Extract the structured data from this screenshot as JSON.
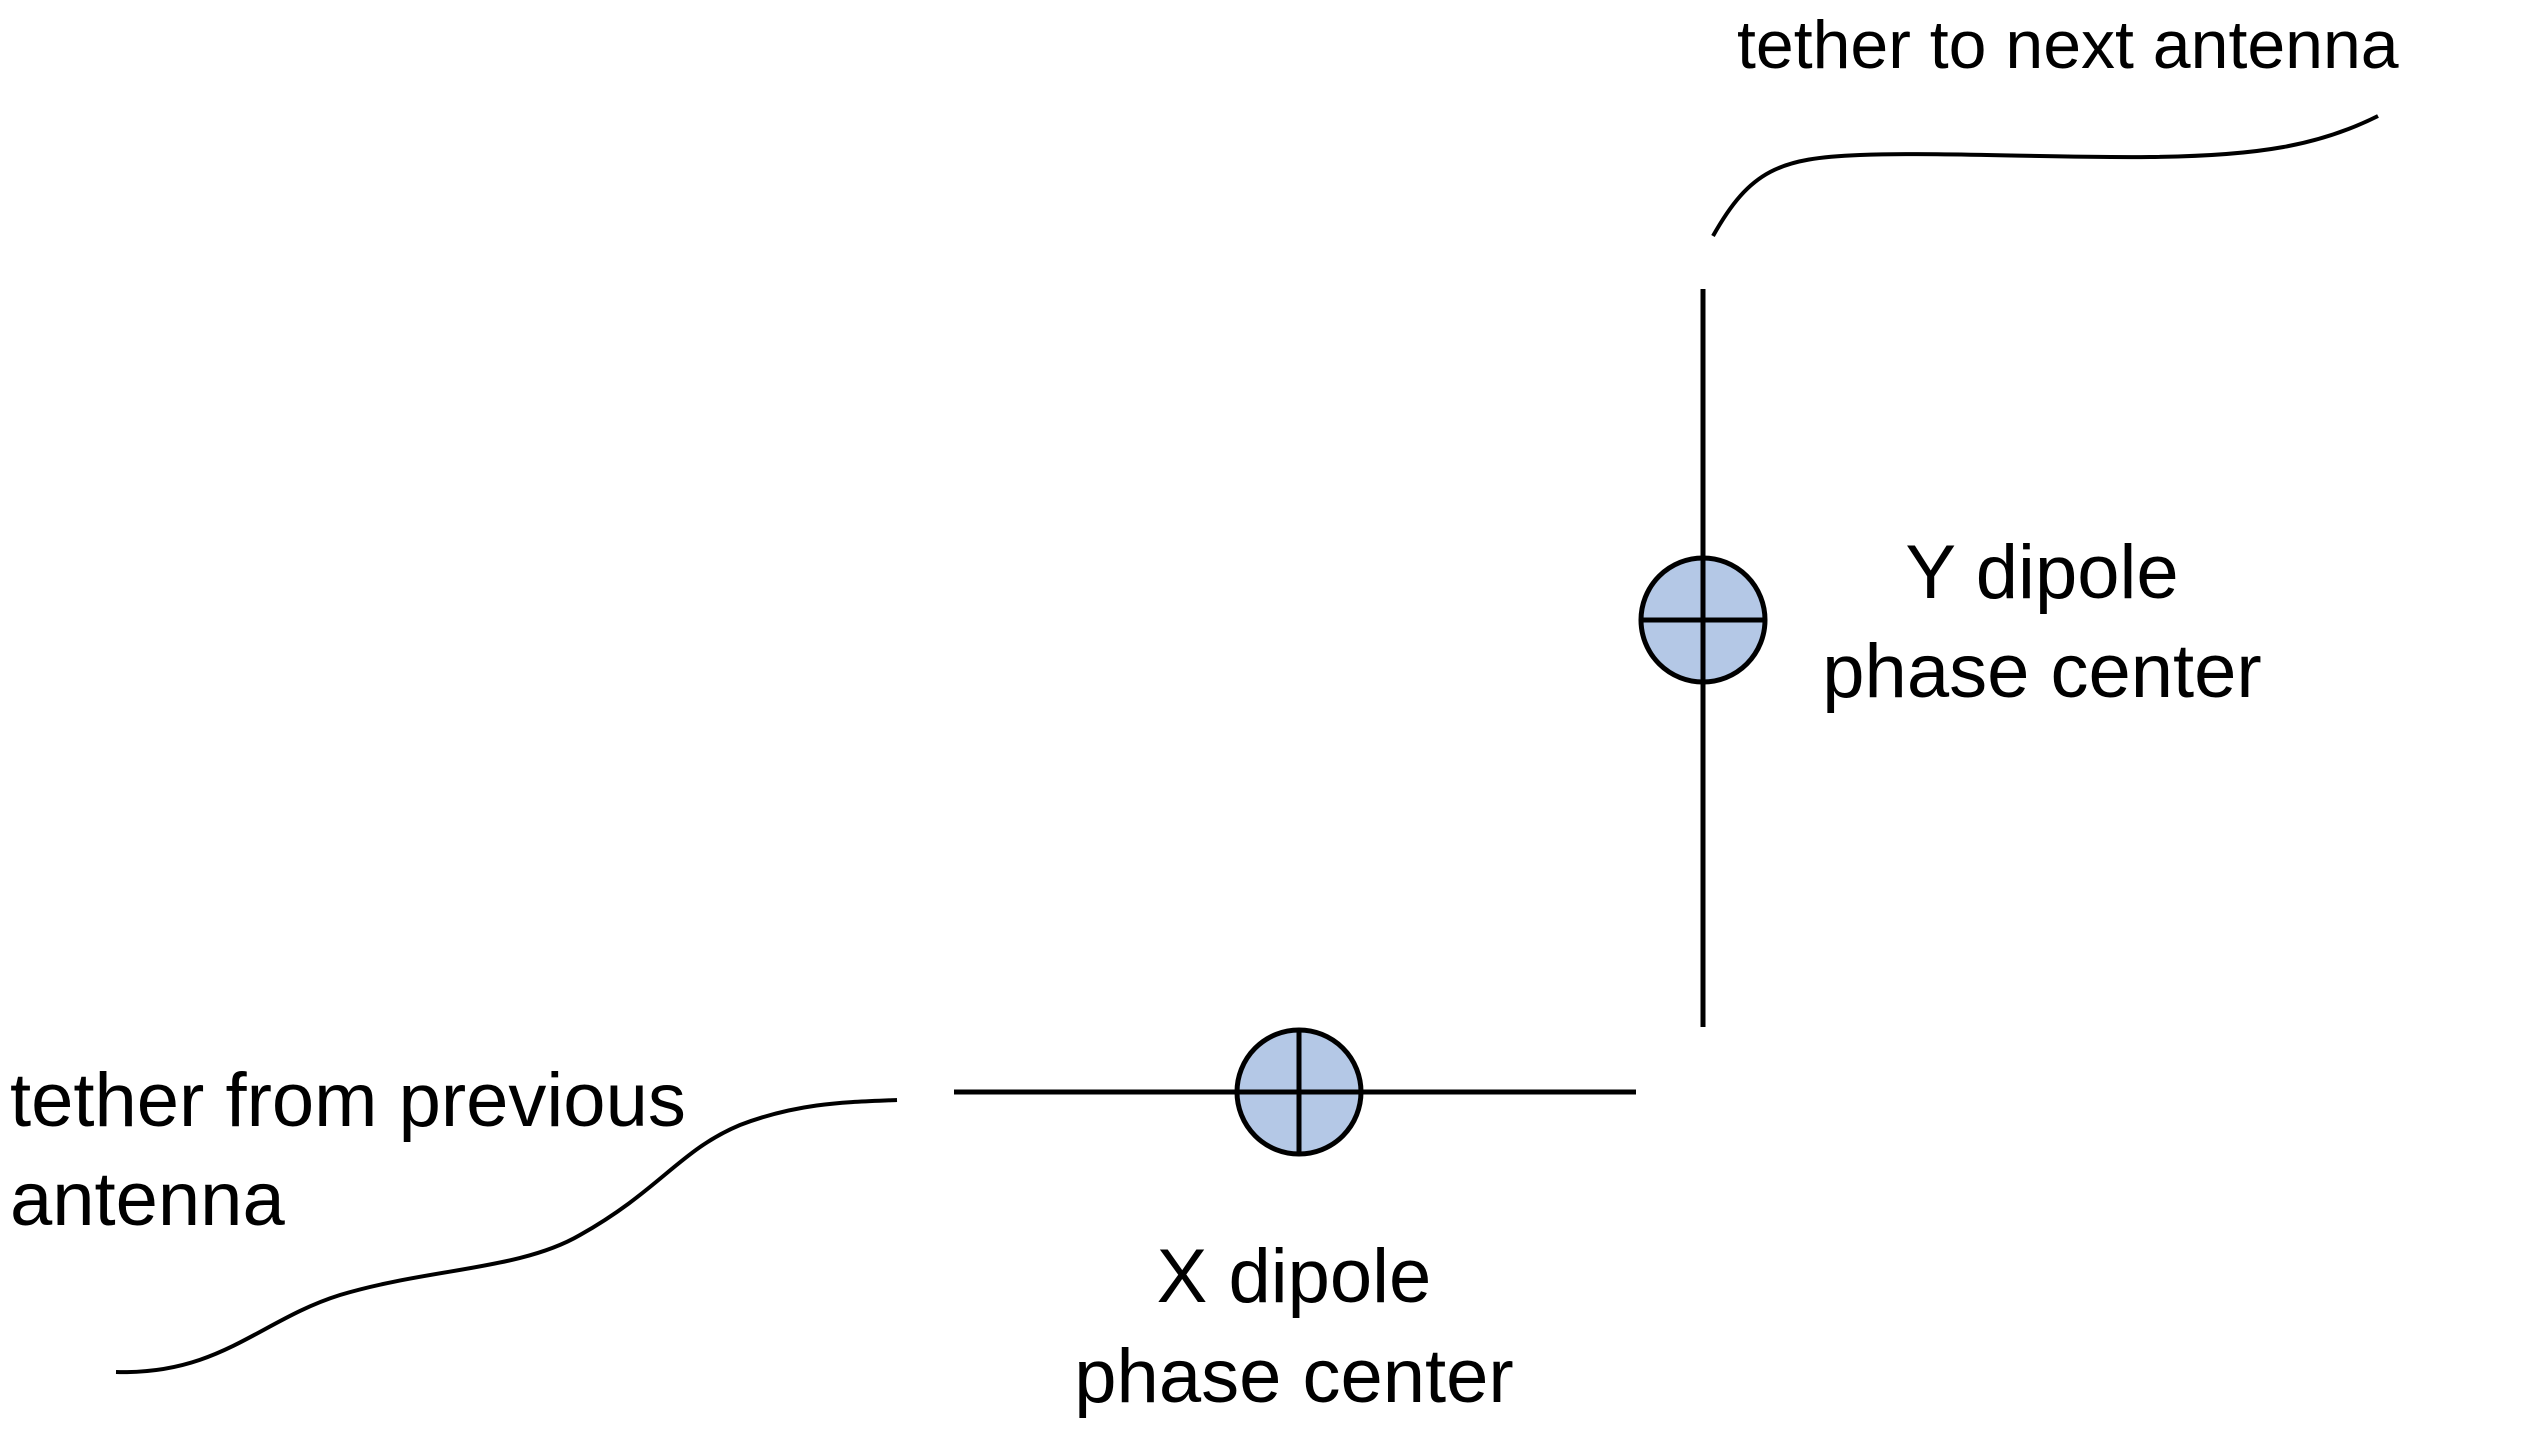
{
  "labels": {
    "tether_next": "tether to next antenna",
    "y_dipole_line1": "Y dipole",
    "y_dipole_line2": "phase center",
    "tether_prev_line1": "tether from previous",
    "tether_prev_line2": "antenna",
    "x_dipole_line1": "X dipole",
    "x_dipole_line2": "phase center"
  },
  "colors": {
    "phase_center_fill": "#b4c8e6",
    "line": "#000000"
  }
}
